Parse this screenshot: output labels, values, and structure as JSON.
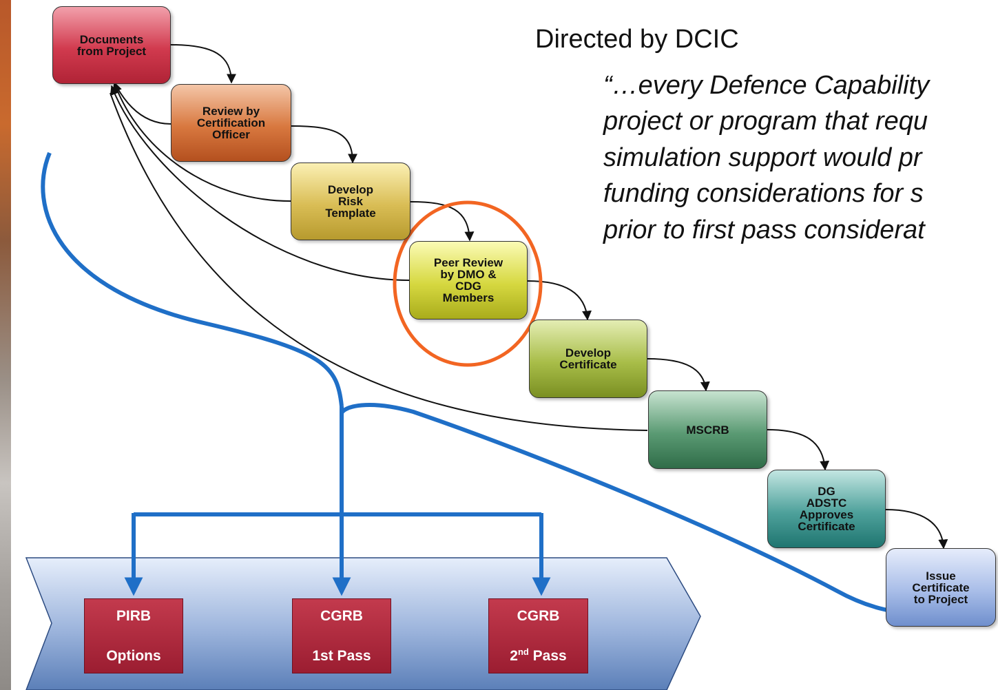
{
  "heading": "Directed by DCIC",
  "quote_lines": [
    "“…every Defence Capability",
    "project or program that requ",
    "simulation support would pr",
    "funding considerations for s",
    "prior to first pass considerat"
  ],
  "steps": [
    {
      "label": "Documents\nfrom Project",
      "color": "#d13a4e"
    },
    {
      "label": "Review by\nCertification\nOfficer",
      "color": "#c86236"
    },
    {
      "label": "Develop\nRisk\nTemplate",
      "color": "#cdb34f"
    },
    {
      "label": "Peer Review\nby DMO &\nCDG\nMembers",
      "color": "#c9cc34"
    },
    {
      "label": "Develop\nCertificate",
      "color": "#8fa635"
    },
    {
      "label": "MSCRB",
      "color": "#3f7f5a"
    },
    {
      "label": "DG\nADSTC\nApproves\nCertificate",
      "color": "#2f8a84"
    },
    {
      "label": "Issue\nCertificate\nto Project",
      "color": "#7f9fd6"
    }
  ],
  "gates": [
    {
      "top": "PIRB",
      "bottom": "Options",
      "bottom_sup": ""
    },
    {
      "top": "CGRB",
      "bottom": "1st Pass",
      "bottom_sup": ""
    },
    {
      "top": "CGRB",
      "bottom": " Pass",
      "bottom_sup": "nd",
      "bottom_pre": "2"
    }
  ],
  "colors": {
    "highlight": "#f26522",
    "link_blue": "#1f6fc7",
    "arrow_band": "#5b7fb8"
  }
}
